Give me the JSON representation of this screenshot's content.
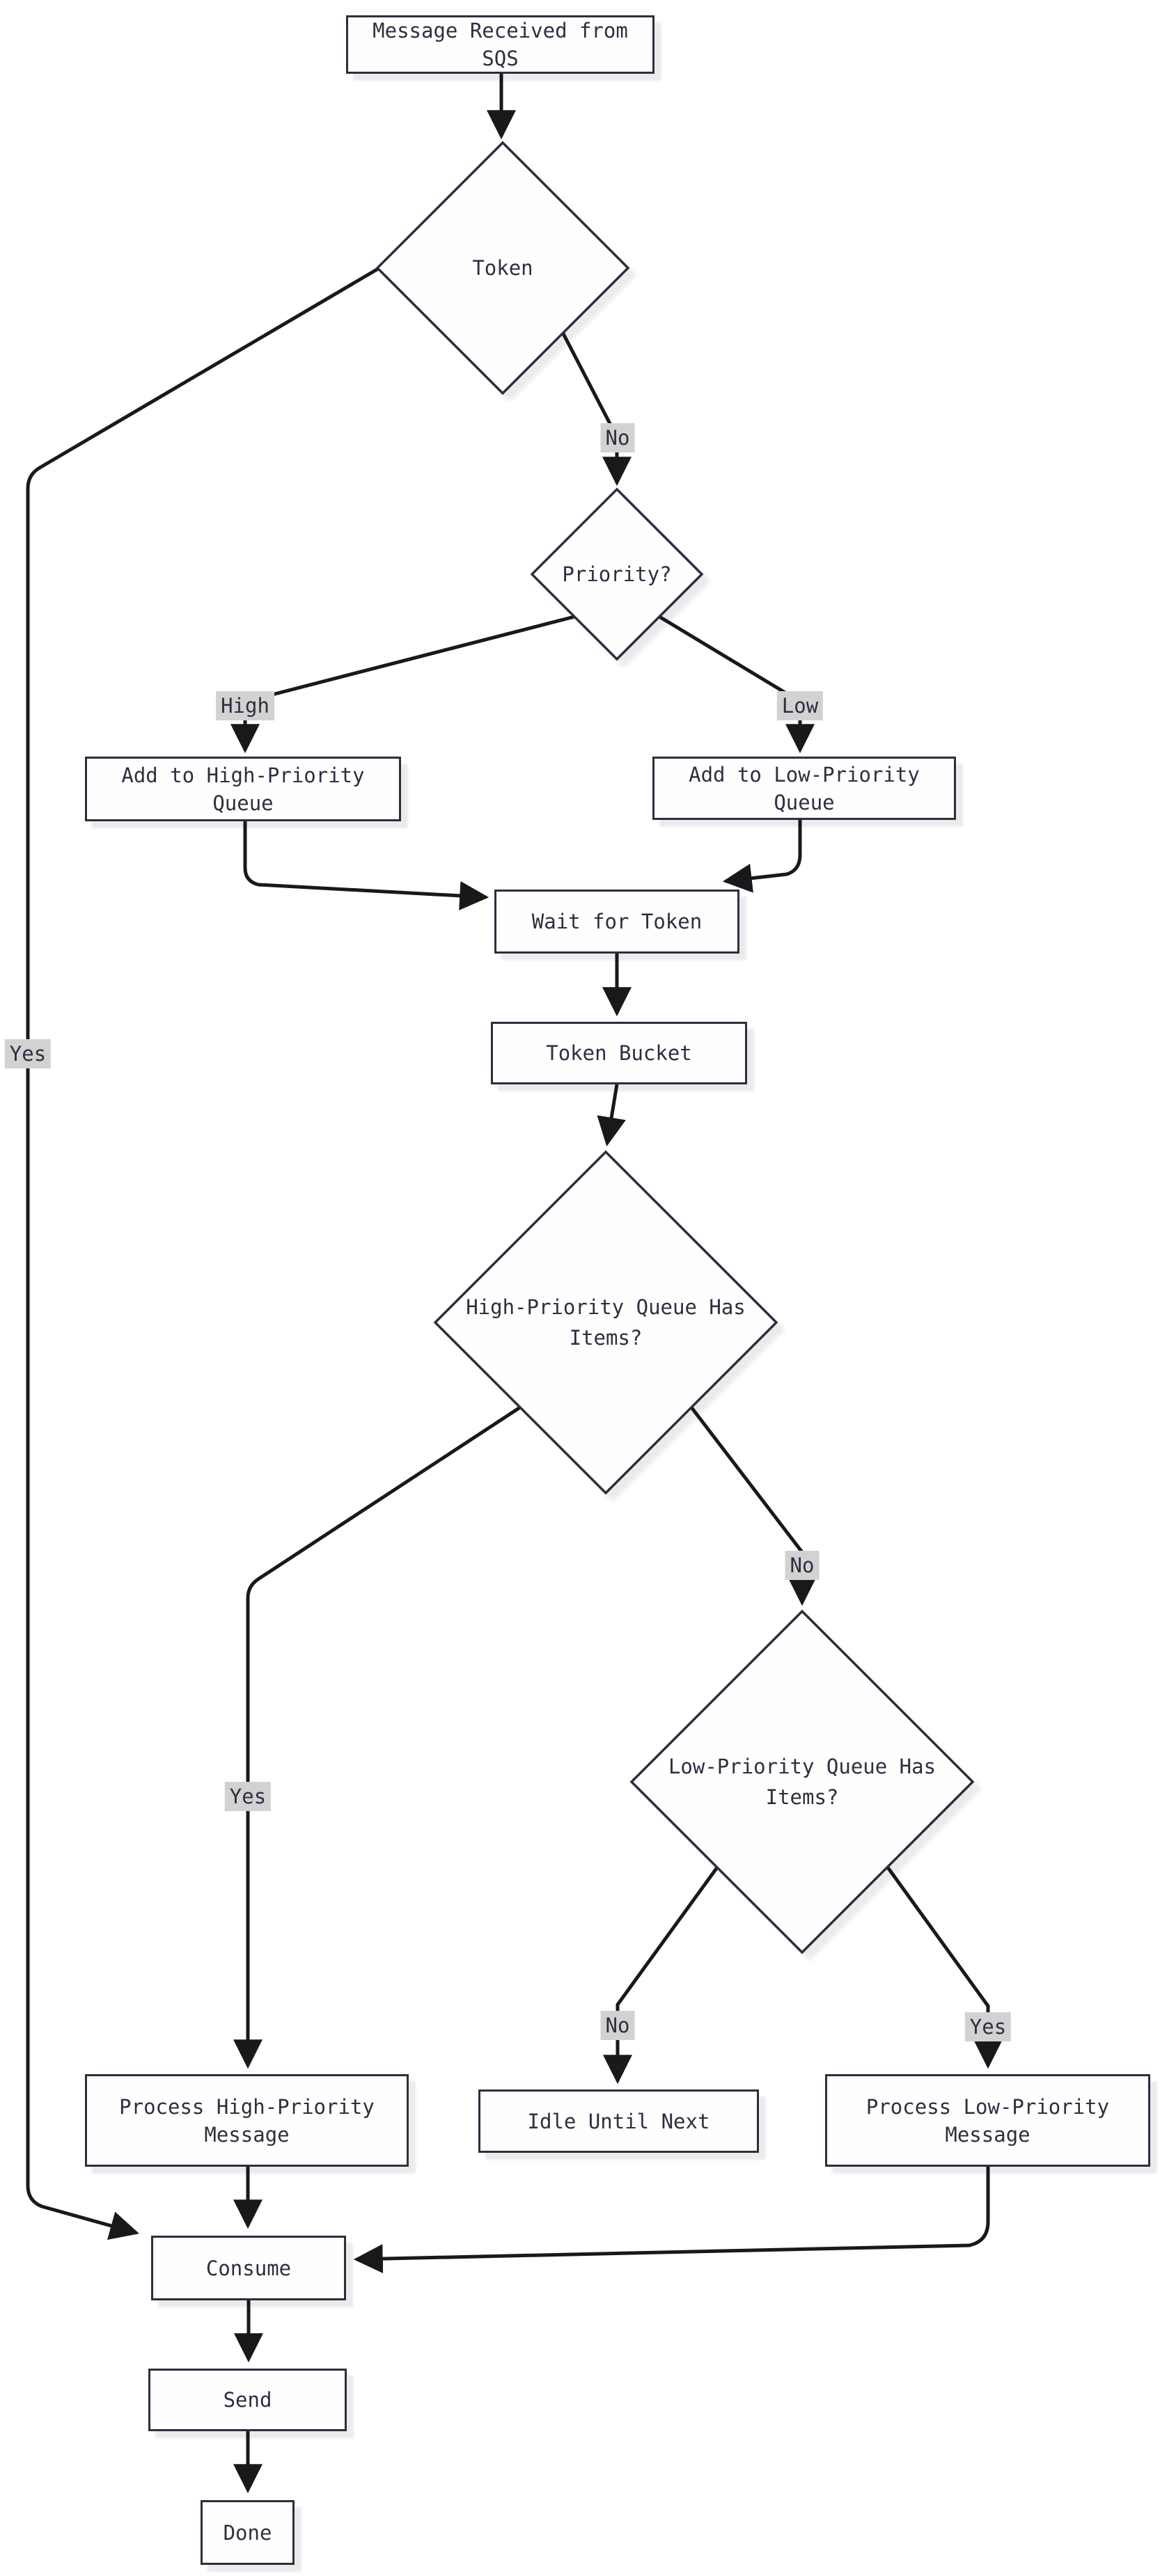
{
  "diagram_type": "flowchart",
  "nodes": {
    "msg": "Message Received from SQS",
    "token": "Token",
    "priority": "Priority?",
    "add_high": "Add to High-Priority Queue",
    "add_low": "Add to Low-Priority Queue",
    "wait": "Wait for Token",
    "bucket": "Token Bucket",
    "high_has": "High-Priority Queue Has Items?",
    "low_has": "Low-Priority Queue Has Items?",
    "proc_high": "Process High-Priority Message",
    "idle": "Idle Until Next",
    "proc_low": "Process Low-Priority Message",
    "consume": "Consume",
    "send": "Send",
    "done": "Done"
  },
  "edge_labels": {
    "token_no": "No",
    "token_yes": "Yes",
    "priority_high": "High",
    "priority_low": "Low",
    "high_has_yes": "Yes",
    "high_has_no": "No",
    "low_has_no": "No",
    "low_has_yes": "Yes"
  },
  "edges": [
    {
      "from": "msg",
      "to": "token",
      "label": ""
    },
    {
      "from": "token",
      "to": "priority",
      "label": "No"
    },
    {
      "from": "token",
      "to": "consume",
      "label": "Yes"
    },
    {
      "from": "priority",
      "to": "add_high",
      "label": "High"
    },
    {
      "from": "priority",
      "to": "add_low",
      "label": "Low"
    },
    {
      "from": "add_high",
      "to": "wait",
      "label": ""
    },
    {
      "from": "add_low",
      "to": "wait",
      "label": ""
    },
    {
      "from": "wait",
      "to": "bucket",
      "label": ""
    },
    {
      "from": "bucket",
      "to": "high_has",
      "label": ""
    },
    {
      "from": "high_has",
      "to": "proc_high",
      "label": "Yes"
    },
    {
      "from": "high_has",
      "to": "low_has",
      "label": "No"
    },
    {
      "from": "low_has",
      "to": "idle",
      "label": "No"
    },
    {
      "from": "low_has",
      "to": "proc_low",
      "label": "Yes"
    },
    {
      "from": "proc_high",
      "to": "consume",
      "label": ""
    },
    {
      "from": "proc_low",
      "to": "consume",
      "label": ""
    },
    {
      "from": "consume",
      "to": "send",
      "label": ""
    },
    {
      "from": "send",
      "to": "done",
      "label": ""
    }
  ],
  "colors": {
    "node_border": "#2e2d3f",
    "node_fill": "#fefefe",
    "edge_stroke": "#19191c",
    "edge_label_bg": "#d2d2d2",
    "text": "#2f2e41",
    "background": "#ffffff"
  }
}
